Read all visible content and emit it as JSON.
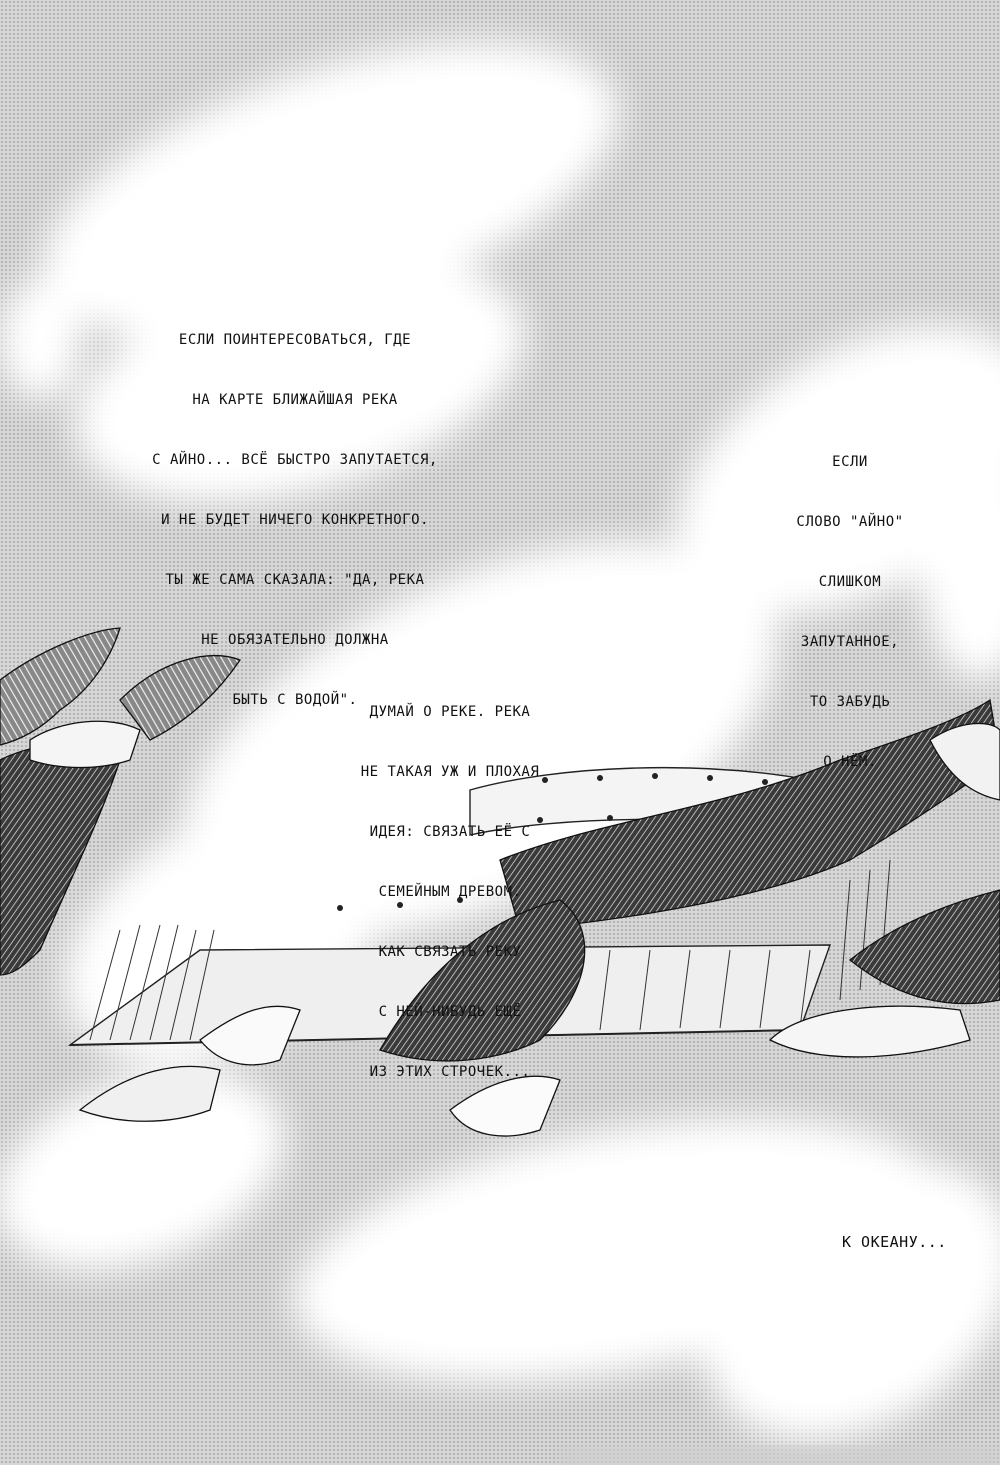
{
  "captions": {
    "c1": [
      "ЕСЛИ ПОИНТЕРЕСОВАТЬСЯ, ГДЕ",
      "НА КАРТЕ БЛИЖАЙШАЯ РЕКА",
      "С АЙНО... ВСЁ БЫСТРО ЗАПУТАЕТСЯ,",
      "И НЕ БУДЕТ НИЧЕГО КОНКРЕТНОГО.",
      "ТЫ ЖЕ САМА СКАЗАЛА: \"ДА, РЕКА",
      "НЕ ОБЯЗАТЕЛЬНО ДОЛЖНА",
      "БЫТЬ С ВОДОЙ\"."
    ],
    "c2": [
      "ЕСЛИ",
      "СЛОВО \"АЙНО\"",
      "СЛИШКОМ",
      "ЗАПУТАННОЕ,",
      "ТО ЗАБУДЬ",
      "О НЁМ."
    ],
    "c3": [
      "ДУМАЙ О РЕКЕ. РЕКА",
      "НЕ ТАКАЯ УЖ И ПЛОХАЯ",
      "ИДЕЯ: СВЯЗАТЬ ЕЁ С",
      "СЕМЕЙНЫМ ДРЕВОМ.",
      "КАК СВЯЗАТЬ РЕКУ",
      "С НЕЙ-НИБУДЬ ЕЩЁ",
      "ИЗ ЭТИХ СТРОЧЕК..."
    ],
    "c4": "К ОКЕАНУ..."
  },
  "colors": {
    "ink": "#111111",
    "screentone": "#c8c8c8",
    "paper": "#ffffff"
  }
}
